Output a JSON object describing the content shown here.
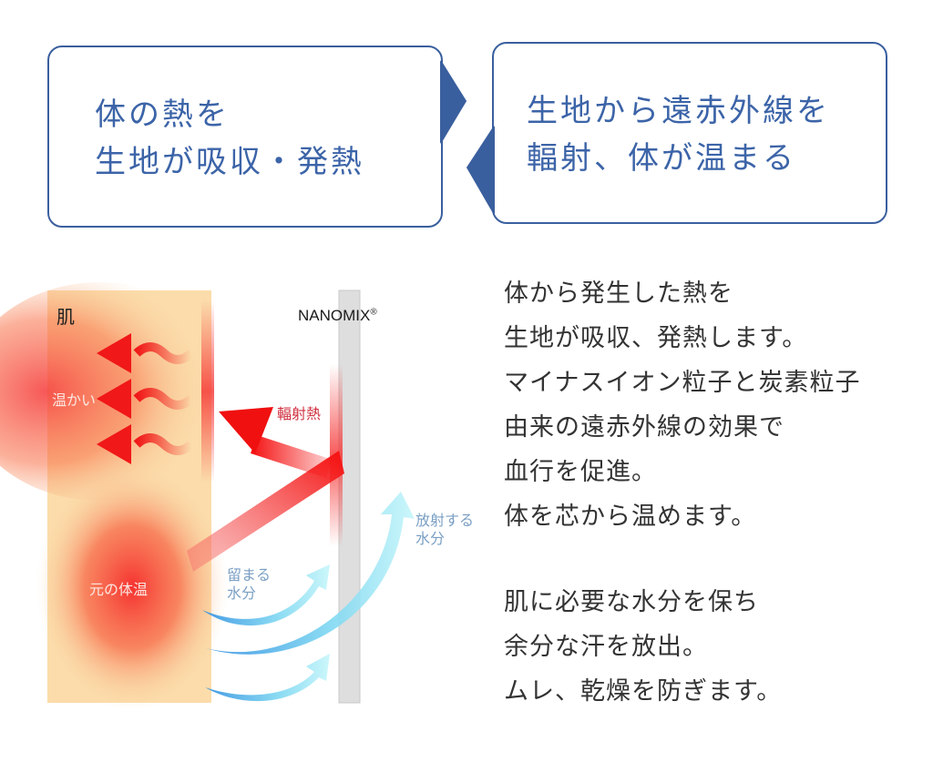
{
  "steps": [
    {
      "id": "absorb",
      "lines": "体の熱を\n生地が吸収・発熱"
    },
    {
      "id": "radiate",
      "lines": "生地から遠赤外線を\n輻射、体が温まる"
    }
  ],
  "diagram": {
    "skin_label": "肌",
    "warm_label": "温かい",
    "body_temp_label": "元の体温",
    "fabric_brand": "NANOMIX",
    "fabric_brand_mark": "®",
    "radiant_heat_label": "輻射熱",
    "retained_moisture_label": "留まる\n水分",
    "released_moisture_label": "放射する\n水分",
    "colors": {
      "skin": "#fbdcaa",
      "heat_red": "#f01818",
      "fabric": "#dedede",
      "moisture_blue": "#3aa6e6",
      "moisture_cyan": "#c6f6fa",
      "label_blue": "#7a9fc4",
      "label_red": "#d03040"
    }
  },
  "description": {
    "paragraph1": "体から発生した熱を\n生地が吸収、発熱します。\nマイナスイオン粒子と炭素粒子\n由来の遠赤外線の効果で\n血行を促進。\n体を芯から温めます。",
    "paragraph2": "肌に必要な水分を保ち\n余分な汗を放出。\nムレ、乾燥を防ぎます。"
  },
  "accent_color": "#3a5f9e"
}
